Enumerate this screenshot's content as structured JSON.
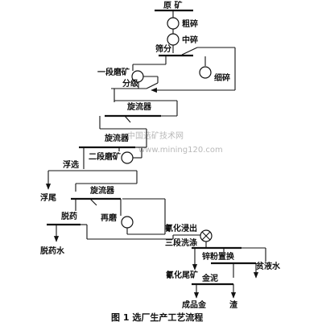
{
  "nodes": {
    "raw_ore": "原  矿",
    "coarse_crush": "粗碎",
    "medium_crush": "中碎",
    "screening": "筛分",
    "fine_crush": "细碎",
    "mill_1": "一段磨矿",
    "classify": "分级",
    "cyclone_1": "旋流器",
    "cyclone_2": "旋流器",
    "mill_2": "二段磨矿",
    "flotation": "浮选",
    "flot_tail": "浮尾",
    "cyclone_3": "旋流器",
    "deagent": "脱药",
    "regrind": "再磨",
    "deagent_water": "脱药水",
    "cyanide_leach": "氰化浸出",
    "three_wash": "三段洗涤",
    "zinc_replace": "锌粉置换",
    "cyanide_tail": "氰化尾矿",
    "lean_solution": "贫液水",
    "gold_mud": "金泥",
    "product_gold": "成品金",
    "slag": "渣"
  },
  "watermark": {
    "cn": "中国选矿技术网",
    "url": "www.mining120.com"
  },
  "caption": "图 1   选厂生产工艺流程"
}
